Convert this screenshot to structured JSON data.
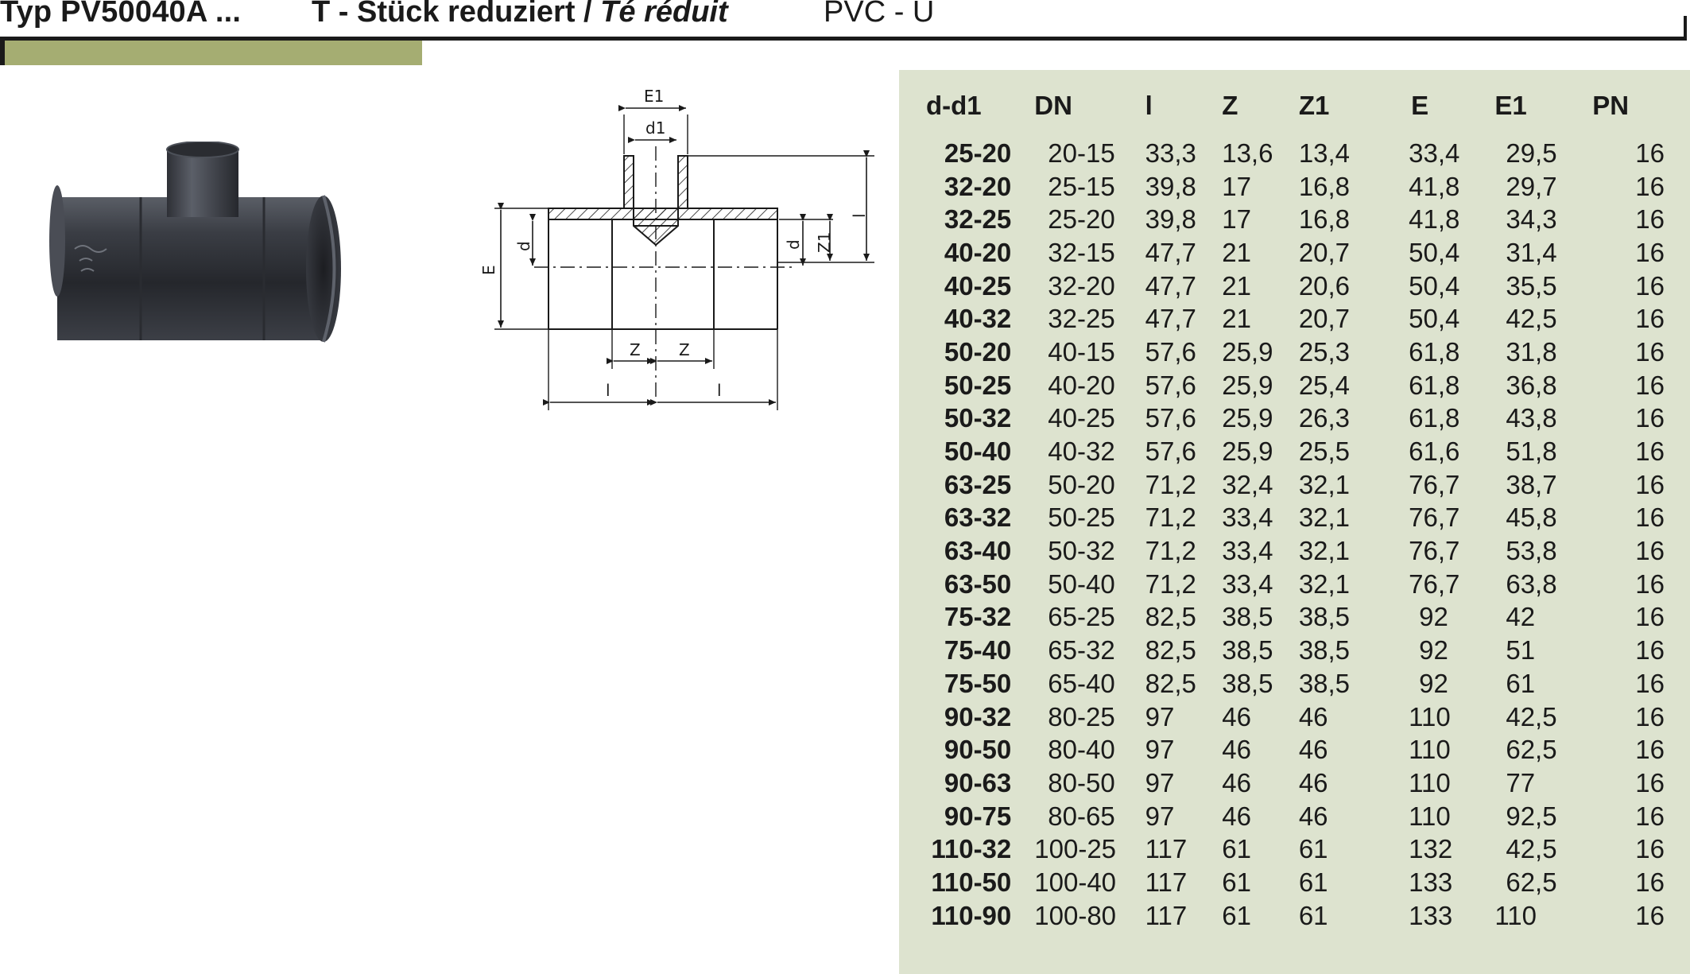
{
  "header": {
    "type_code": "Typ PV50040A ...",
    "name_de": "T - Stück reduziert / ",
    "name_fr": "Té réduit",
    "material": "PVC - U"
  },
  "colors": {
    "accent": "#a5ad72",
    "panel": "#dde3cf",
    "text": "#1a1a1a"
  },
  "drawing": {
    "labels": {
      "E1": "E1",
      "d1": "d1",
      "E": "E",
      "d": "d",
      "d_branch": "d",
      "Z1": "Z1",
      "l_branch": "l",
      "Z_left": "Z",
      "Z_right": "Z",
      "l_left": "l",
      "l_right": "l"
    }
  },
  "table": {
    "headers": [
      "d-d1",
      "DN",
      "l",
      "Z",
      "Z1",
      "E",
      "E1",
      "PN"
    ],
    "rows": [
      [
        "25-20",
        "20-15",
        "33,3",
        "13,6",
        "13,4",
        "33,4",
        "29,5",
        "16"
      ],
      [
        "32-20",
        "25-15",
        "39,8",
        "17",
        "16,8",
        "41,8",
        "29,7",
        "16"
      ],
      [
        "32-25",
        "25-20",
        "39,8",
        "17",
        "16,8",
        "41,8",
        "34,3",
        "16"
      ],
      [
        "40-20",
        "32-15",
        "47,7",
        "21",
        "20,7",
        "50,4",
        "31,4",
        "16"
      ],
      [
        "40-25",
        "32-20",
        "47,7",
        "21",
        "20,6",
        "50,4",
        "35,5",
        "16"
      ],
      [
        "40-32",
        "32-25",
        "47,7",
        "21",
        "20,7",
        "50,4",
        "42,5",
        "16"
      ],
      [
        "50-20",
        "40-15",
        "57,6",
        "25,9",
        "25,3",
        "61,8",
        "31,8",
        "16"
      ],
      [
        "50-25",
        "40-20",
        "57,6",
        "25,9",
        "25,4",
        "61,8",
        "36,8",
        "16"
      ],
      [
        "50-32",
        "40-25",
        "57,6",
        "25,9",
        "26,3",
        "61,8",
        "43,8",
        "16"
      ],
      [
        "50-40",
        "40-32",
        "57,6",
        "25,9",
        "25,5",
        "61,6",
        "51,8",
        "16"
      ],
      [
        "63-25",
        "50-20",
        "71,2",
        "32,4",
        "32,1",
        "76,7",
        "38,7",
        "16"
      ],
      [
        "63-32",
        "50-25",
        "71,2",
        "33,4",
        "32,1",
        "76,7",
        "45,8",
        "16"
      ],
      [
        "63-40",
        "50-32",
        "71,2",
        "33,4",
        "32,1",
        "76,7",
        "53,8",
        "16"
      ],
      [
        "63-50",
        "50-40",
        "71,2",
        "33,4",
        "32,1",
        "76,7",
        "63,8",
        "16"
      ],
      [
        "75-32",
        "65-25",
        "82,5",
        "38,5",
        "38,5",
        "92",
        "42",
        "16"
      ],
      [
        "75-40",
        "65-32",
        "82,5",
        "38,5",
        "38,5",
        "92",
        "51",
        "16"
      ],
      [
        "75-50",
        "65-40",
        "82,5",
        "38,5",
        "38,5",
        "92",
        "61",
        "16"
      ],
      [
        "90-32",
        "80-25",
        "97",
        "46",
        "46",
        "110",
        "42,5",
        "16"
      ],
      [
        "90-50",
        "80-40",
        "97",
        "46",
        "46",
        "110",
        "62,5",
        "16"
      ],
      [
        "90-63",
        "80-50",
        "97",
        "46",
        "46",
        "110",
        "77",
        "16"
      ],
      [
        "90-75",
        "80-65",
        "97",
        "46",
        "46",
        "110",
        "92,5",
        "16"
      ],
      [
        "110-32",
        "100-25",
        "117",
        "61",
        "61",
        "132",
        "42,5",
        "16"
      ],
      [
        "110-50",
        "100-40",
        "117",
        "61",
        "61",
        "133",
        "62,5",
        "16"
      ],
      [
        "110-90",
        "100-80",
        "117",
        "61",
        "61",
        "133",
        "110",
        "16"
      ]
    ]
  }
}
